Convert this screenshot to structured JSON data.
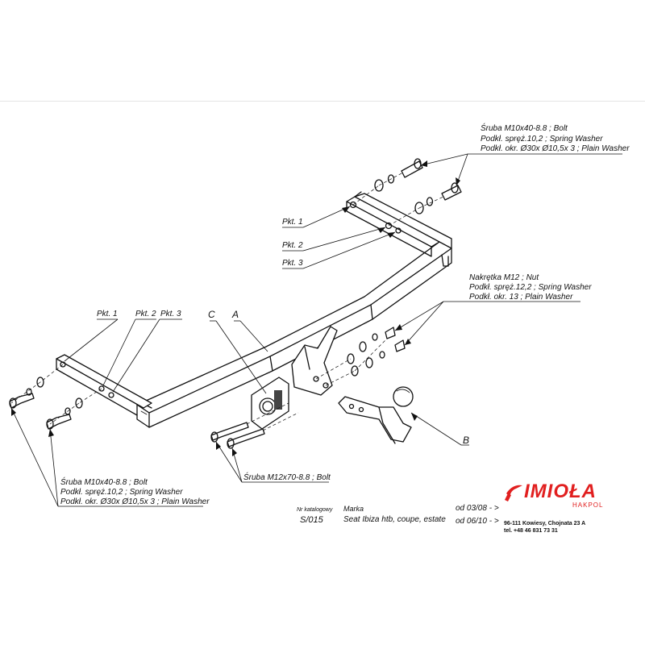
{
  "callouts": {
    "top_bolt": {
      "line1": "Śruba M10x40-8.8 ;  Bolt",
      "line2": "Podkł. spręż.10,2 ; Spring Washer",
      "line3": "Podkł. okr.  Ø30x Ø10,5x 3 ; Plain Washer"
    },
    "nut": {
      "line1": "Nakrętka  M12 ; Nut",
      "line2": "Podkł. spręż.12,2 ; Spring Washer",
      "line3": "Podkł. okr. 13 ; Plain Washer"
    },
    "left_bolt": {
      "line1": "Śruba M10x40-8.8 ;  Bolt",
      "line2": "Podkł. spręż.10,2 ; Spring Washer",
      "line3": "Podkł. okr.  Ø30x Ø10,5x 3 ; Plain Washer"
    },
    "bolt_m12": "Śruba M12x70-8.8 ;  Bolt"
  },
  "points": {
    "right_pkt1": "Pkt. 1",
    "right_pkt2": "Pkt. 2",
    "right_pkt3": "Pkt. 3",
    "left_pkt1": "Pkt. 1",
    "left_pkt2": "Pkt. 2",
    "left_pkt3": "Pkt. 3"
  },
  "part_letters": {
    "a": "A",
    "b": "B",
    "c": "C"
  },
  "footer": {
    "catalog_label": "Nr katalogowy",
    "catalog_number": "S/015",
    "brand_label": "Marka",
    "vehicle": "Seat Ibiza htb, coupe, estate",
    "date_from": "od  03/08 - >",
    "date_from2": "od  06/10 - >"
  },
  "company": {
    "name": "IMIOŁA",
    "sub": "HAKPOL",
    "address": "96-111 Kowiesy, Chojnata 23 A",
    "phone": "tel. +48 46 831 73 31"
  },
  "colors": {
    "brand": "#e11f1f",
    "line": "#111111"
  }
}
